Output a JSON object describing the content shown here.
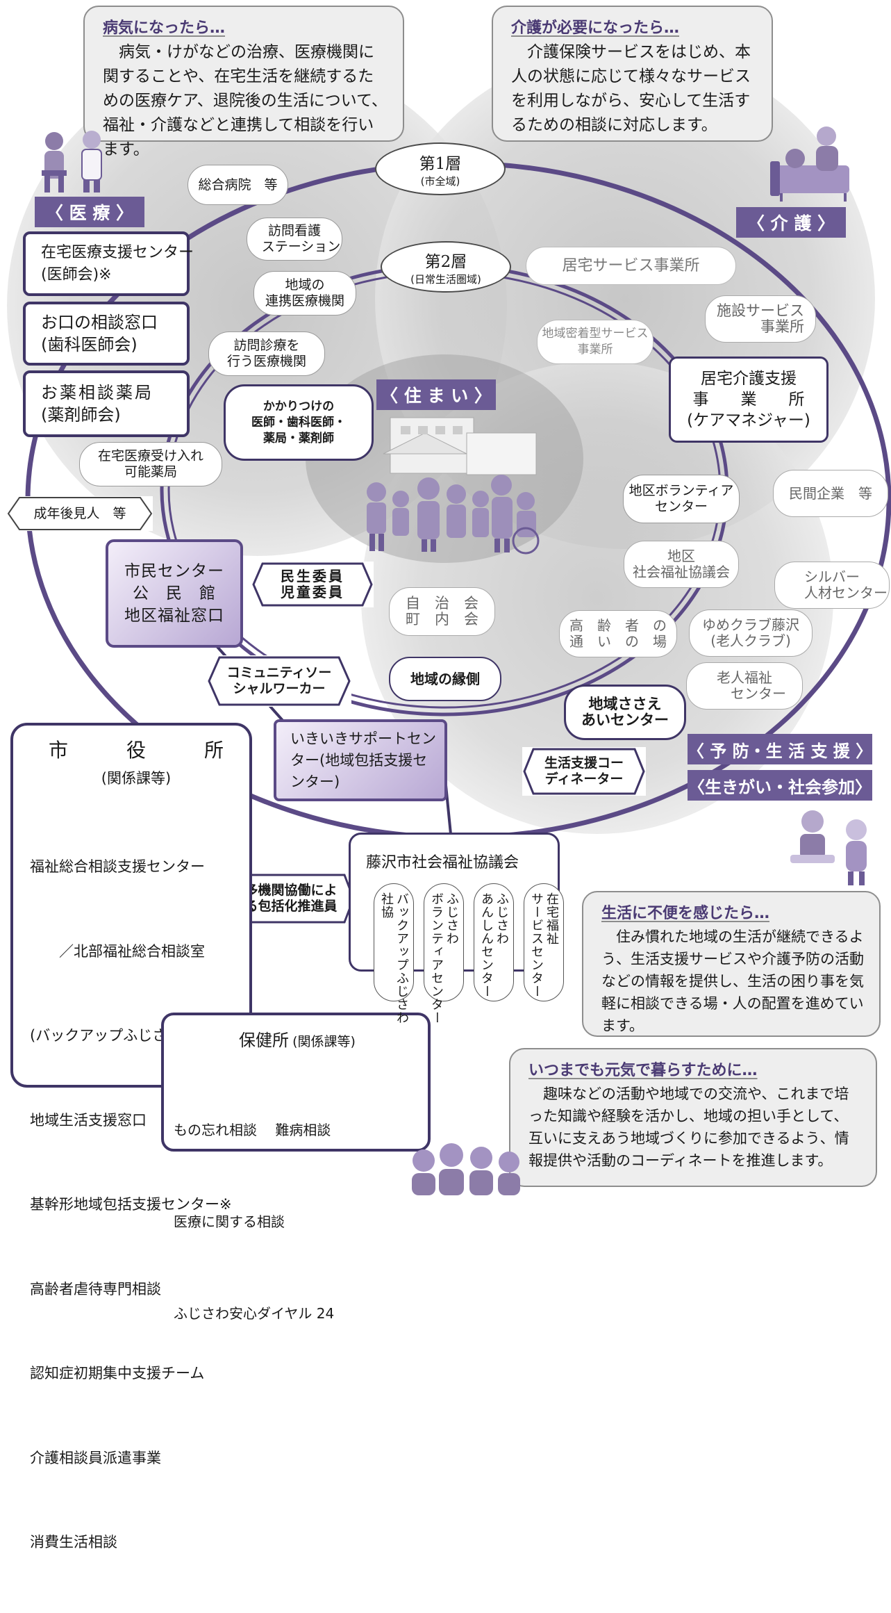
{
  "bubbles": {
    "medical": {
      "title": "病気になったら…",
      "text": "病気・けがなどの治療、医療機関に関することや、在宅生活を継続するための医療ケア、退院後の生活について、福祉・介護などと連携して相談を行います。"
    },
    "care": {
      "title": "介護が必要になったら…",
      "text": "介護保険サービスをはじめ、本人の状態に応じて様々なサービスを利用しながら、安心して生活するための相談に対応します。"
    },
    "life": {
      "title": "生活に不便を感じたら…",
      "text": "住み慣れた地域の生活が継続できるよう、生活支援サービスや介護予防の活動などの情報を提供し、生活の困り事を気軽に相談できる場・人の配置を進めています。"
    },
    "active": {
      "title": "いつまでも元気で暮らすために…",
      "text": "趣味などの活動や地域での交流や、これまで培った知識や経験を活かし、地域の担い手として、互いに支えあう地域づくりに参加できるよう、情報提供や活動のコーディネートを推進します。"
    }
  },
  "categories": {
    "medical": "〈 医 療 〉",
    "care": "〈 介 護 〉",
    "housing": "〈 住 ま い 〉",
    "prevention": "〈 予 防・生 活 支 援 〉",
    "purpose": "〈生きがい・社会参加〉"
  },
  "layers": {
    "layer1": {
      "name": "第1層",
      "sub": "(市全域)"
    },
    "layer2": {
      "name": "第2層",
      "sub": "(日常生活圏域)"
    }
  },
  "medical_boxes": [
    {
      "line1": "在宅医療支援センター",
      "line2": "(医師会)※"
    },
    {
      "line1": "お口の相談窓口",
      "line2": "(歯科医師会)"
    },
    {
      "line1": "お薬相談薬局",
      "line2": "(薬剤師会)"
    }
  ],
  "medical_pills": {
    "hospital": "総合病院　等",
    "nursing": "訪問看護\n　ステーション",
    "local_clinic": "地域の\n連携医療機関",
    "home_visit": "訪問診療を\n行う医療機関",
    "family_doctor": "かかりつけの\n医師・歯科医師・\n薬局・薬剤師",
    "home_pharmacy": "在宅医療受け入れ\n可能薬局"
  },
  "guardian": "成年後見人　等",
  "care_pills": {
    "home_service": "居宅サービス事業所",
    "facility": "施設サービス\n　　　事業所",
    "community_based": "地域密着型サービス\n事業所",
    "care_manager": "居宅介護支援\n事　　業　　所\n(ケアマネジャー)"
  },
  "support_pills": {
    "volunteer_center": "地区ボランティア\nセンター",
    "private_company": "民間企業　等",
    "district_council": "地区\n社会福祉協議会",
    "silver": "シルバー\n　　人材センター",
    "residents_assoc": "自　治　会\n町　内　会",
    "elderly_place": "高　齢　者　の\n通　い　の　場",
    "yume_club": "ゆめクラブ藤沢\n(老人クラブ)",
    "elderly_center": "老人福祉\n　　センター",
    "community_engawa": "地域の縁側",
    "sasae_center": "地域ささえ\nあいセンター"
  },
  "hex_labels": {
    "welfare_commissioner": "民生委員\n児童委員",
    "social_worker": "コミュニティソー\nシャルワーカー",
    "coordinator": "生活支援コー\nディネーター",
    "promoter": "多機関協働によ\nる包括化推進員"
  },
  "citizen_center": "市民センター\n公　民　館\n地区福祉窓口",
  "ikiiki_center": "いきいきサポートセン\nター(地域包括支援セ\nンター)",
  "city_hall": {
    "title": "市　　　役　　　所",
    "sub": "(関係課等)",
    "items": [
      "福祉総合相談支援センター",
      "　　／北部福祉総合相談室",
      "(バックアップふじさわ)",
      "地域生活支援窓口",
      "基幹形地域包括支援センター※",
      "高齢者虐待専門相談",
      "認知症初期集中支援チーム",
      "介護相談員派遣事業",
      "消費生活相談"
    ]
  },
  "health_center": {
    "title": "保健所",
    "title_sub": "(関係課等)",
    "items": [
      "もの忘れ相談　 難病相談",
      "医療に関する相談",
      "ふじさわ安心ダイヤル 24"
    ]
  },
  "social_welfare_council": {
    "title": "藤沢市社会福祉協議会",
    "units": [
      "バックアップふじさわ\n社協",
      "ふじさわ\nボランティアセンター",
      "ふじさわ\nあんしんセンター",
      "在宅福祉\nサービスセンター"
    ]
  },
  "colors": {
    "accent": "#6b5b95",
    "dark_purple": "#3f3566",
    "bubble_bg": "#eeeeee",
    "grey_blob": "#c8c8c8"
  },
  "icons": [
    "doctor-patient-icon",
    "caregiver-icon",
    "houses-family-icon",
    "elderly-pair-icon",
    "elderly-group-icon"
  ]
}
